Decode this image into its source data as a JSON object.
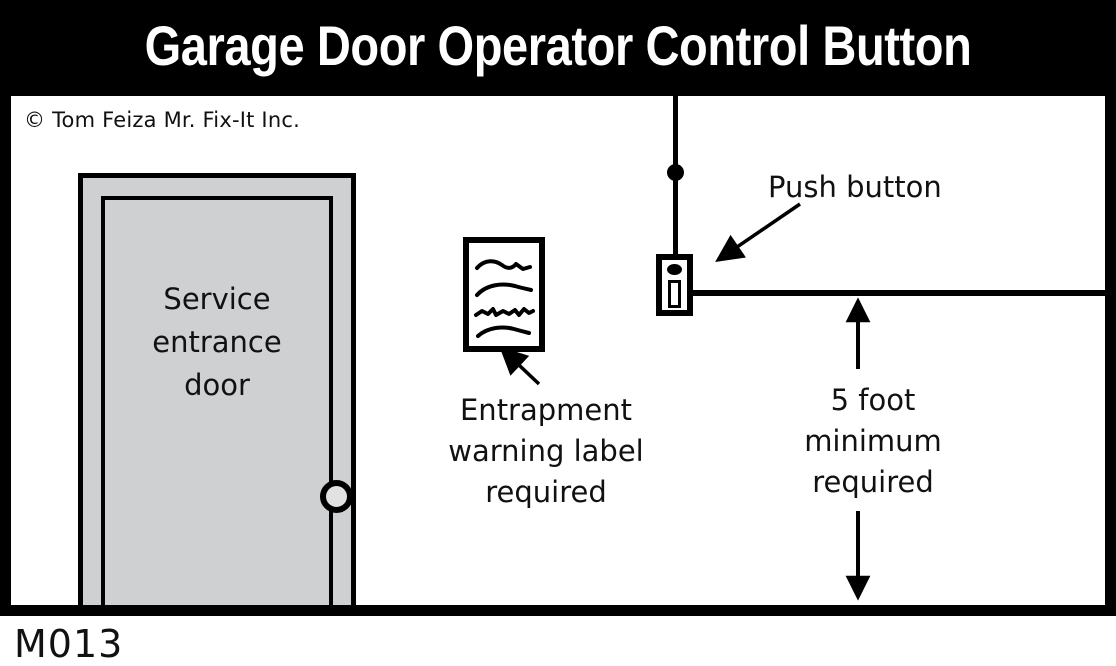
{
  "header": {
    "title": "Garage Door Operator Control Button",
    "background_color": "#000000",
    "text_color": "#ffffff"
  },
  "copyright": "© Tom Feiza Mr. Fix-It Inc.",
  "figure_code": "M013",
  "diagram": {
    "door": {
      "label": "Service\nentrance\ndoor",
      "fill_color": "#cfd0d1",
      "outline_color": "#000000",
      "knob_name": "door-knob"
    },
    "warning_label": {
      "caption": "Entrapment\nwarning label\nrequired",
      "fill_color": "#ffffff",
      "border_color": "#000000",
      "content_lines": 4
    },
    "push_button": {
      "caption": "Push button",
      "plate_fill": "#ffffff",
      "plate_border": "#000000"
    },
    "dimension": {
      "caption": "5 foot\nminimum\nrequired",
      "value": 5,
      "unit": "foot",
      "qualifier": "minimum required",
      "arrow_style": "double-headed-vertical"
    }
  },
  "colors": {
    "ink": "#000000",
    "paper": "#ffffff",
    "gray_fill": "#cfd0d1",
    "knob_fill": "#e2e2e3"
  }
}
